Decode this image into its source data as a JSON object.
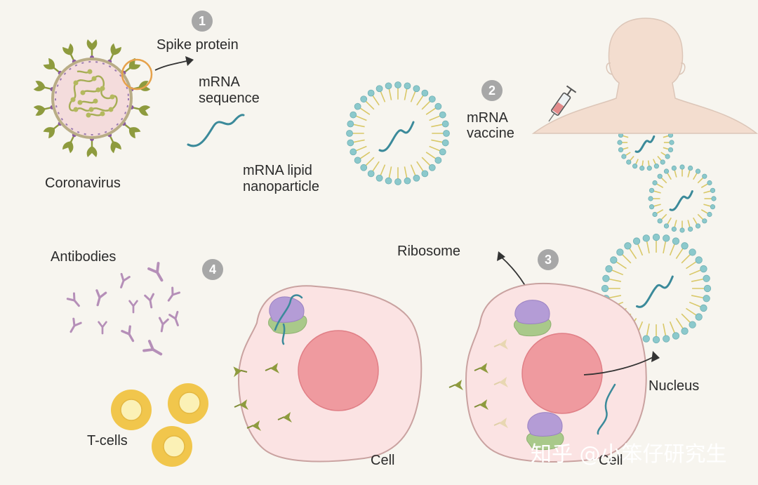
{
  "steps": [
    "1",
    "2",
    "3",
    "4"
  ],
  "labels": {
    "spike_protein": "Spike protein",
    "mrna_sequence_line1": "mRNA",
    "mrna_sequence_line2": "sequence",
    "coronavirus": "Coronavirus",
    "lipid_np_line1": "mRNA lipid",
    "lipid_np_line2": "nanoparticle",
    "mrna_vaccine_line1": "mRNA",
    "mrna_vaccine_line2": "vaccine",
    "antibodies": "Antibodies",
    "t_cells": "T-cells",
    "cell_left": "Cell",
    "cell_right": "Cell",
    "ribosome": "Ribosome",
    "nucleus": "Nucleus"
  },
  "watermark": "知乎 @小笨仔研究生",
  "colors": {
    "background": "#f7f5ef",
    "step_badge": "#a7a7a7",
    "virus_body": "#f4dcdc",
    "virus_outline": "#b9ad86",
    "spike": "#8e9b3e",
    "spike_joint": "#8a5a9e",
    "spike_highlight": "#e6a24b",
    "rna": "#3b8a9a",
    "lipid_head": "#8cc9cc",
    "lipid_tail": "#d9c868",
    "cell_body": "#fbe3e3",
    "cell_outline": "#c9a2a0",
    "nucleus": "#ef9a9f",
    "ribosome_large": "#b49cd6",
    "ribosome_small": "#a9c98a",
    "antibody": "#b58fb8",
    "tcell_outer": "#f1c64c",
    "tcell_inner": "#fbf1b6",
    "skin": "#f1d9c9"
  }
}
